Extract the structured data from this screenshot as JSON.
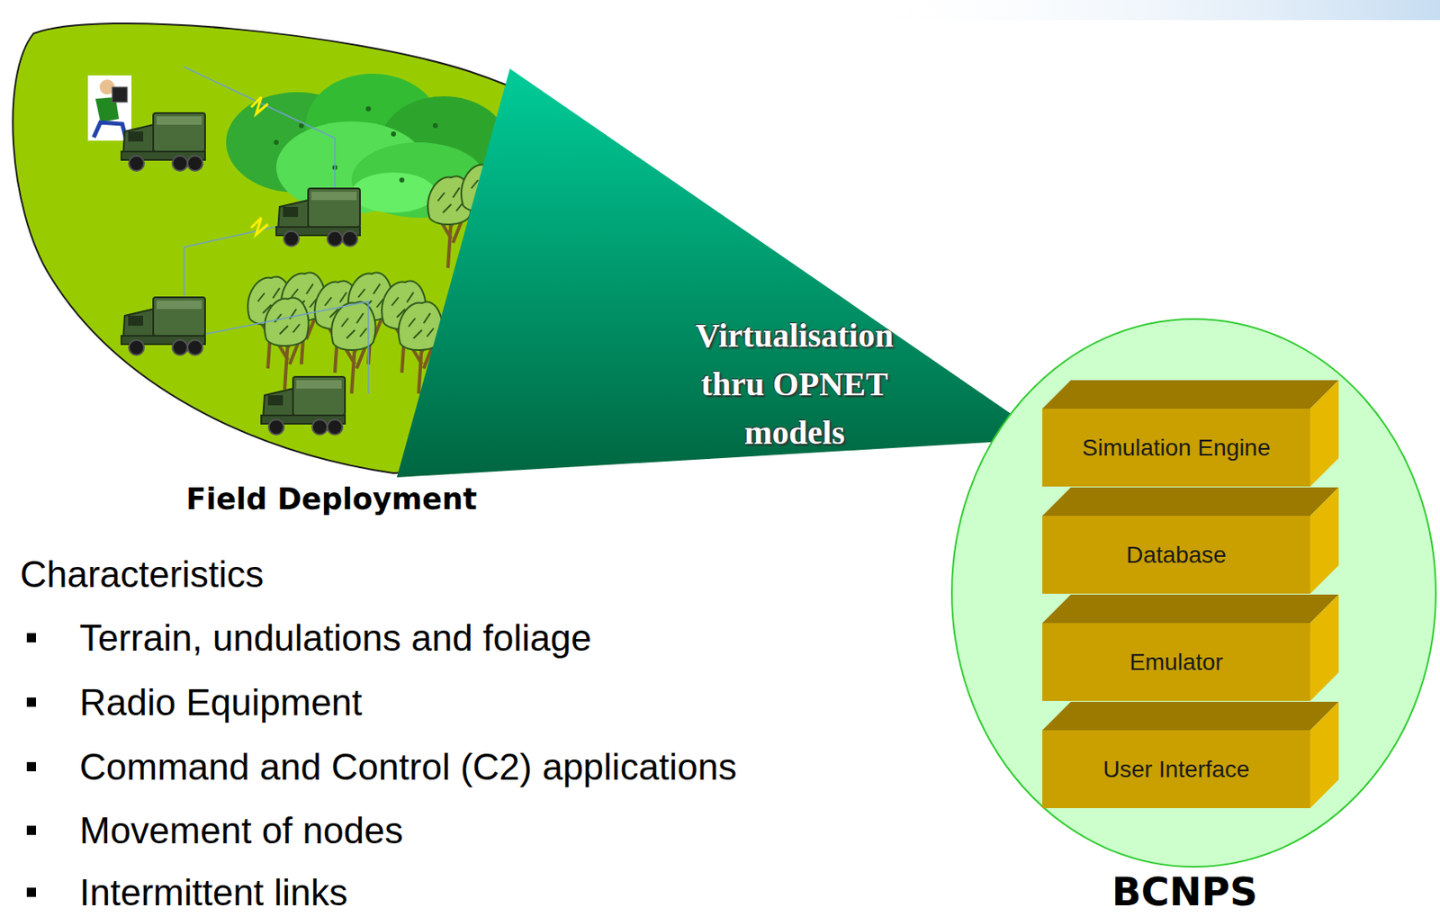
{
  "diagram": {
    "nodes": [
      {
        "text": [
          "Field Deployment"
        ]
      },
      {
        "text": [
          "Virtualisation thru OPNET models"
        ]
      },
      {
        "text": [
          "BCNPS"
        ]
      },
      {
        "text": [
          "Simulation Engine"
        ],
        "in": 2
      },
      {
        "text": [
          "Database"
        ],
        "in": 2
      },
      {
        "text": [
          "Emulator"
        ],
        "in": 2
      },
      {
        "text": [
          "User Interface"
        ],
        "in": 2
      }
    ],
    "labels": [
      "Characteristics",
      "Terrain, undulations and foliage",
      "Radio Equipment",
      "Command and Control (C2) applications",
      "Movement of nodes",
      "Intermittent links"
    ]
  }
}
